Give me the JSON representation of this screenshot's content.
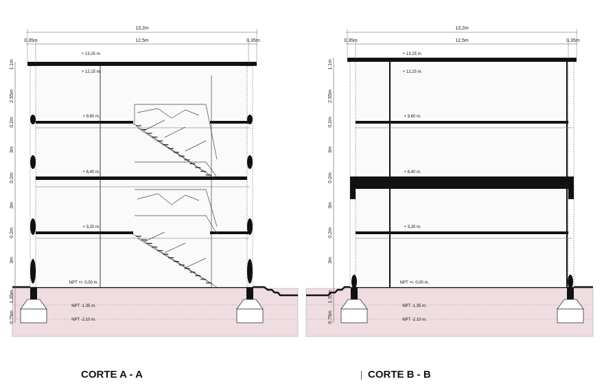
{
  "sections": [
    {
      "id": "a",
      "title": "CORTE A - A",
      "dims": {
        "total": "13,2m",
        "span": "12,5m",
        "left": "0,35m",
        "right": "0,35m"
      },
      "levels": [
        "+ 13,25 m.",
        "+ 12,15 m.",
        "+ 9,60 m.",
        "+ 6,40 m.",
        "+ 3,20 m.",
        "NPT +/- 0,00 m.",
        "NPT -1.35 m.",
        "NPT -2.10 m."
      ],
      "vertical_dims": [
        "1.1m",
        "2.55m",
        "0.2m",
        "3m",
        "0.2m",
        "3m",
        "0.2m",
        "3m",
        "1.35m",
        "0.75m"
      ]
    },
    {
      "id": "b",
      "title": "CORTE B - B",
      "dims": {
        "total": "13,2m",
        "span": "12,5m",
        "left": "0,35m",
        "right": "0,35m"
      },
      "levels": [
        "+ 13,25 m.",
        "+ 12,15 m.",
        "+ 9,60 m.",
        "+ 6,40 m.",
        "+ 3,20 m.",
        "NPT +/- 0,00 m.",
        "NPT -1.35 m.",
        "NPT -2.10 m."
      ],
      "vertical_dims": [
        "1.1m",
        "2.55m",
        "0.2m",
        "3m",
        "0.2m",
        "3m",
        "0.2m",
        "3m",
        "1.35m",
        "0.75m"
      ]
    }
  ]
}
